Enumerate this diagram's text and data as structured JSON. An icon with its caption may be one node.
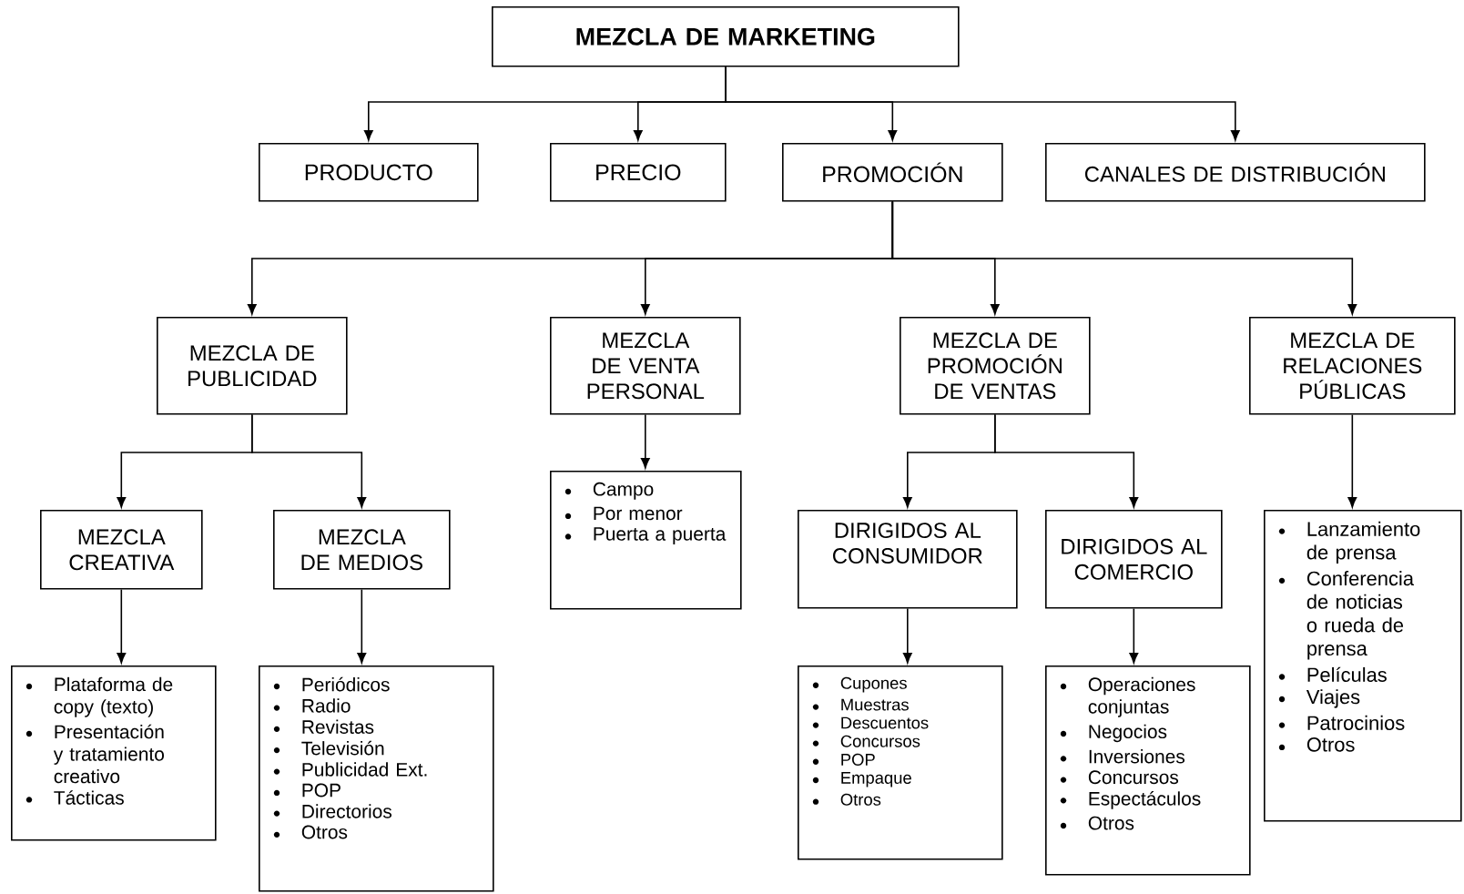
{
  "diagram": {
    "nodes": [
      {
        "text": [
          "MEZCLA DE MARKETING"
        ]
      },
      {
        "text": [
          "PRODUCTO"
        ]
      },
      {
        "text": [
          "PRECIO"
        ]
      },
      {
        "text": [
          "PROMOCIÓN"
        ]
      },
      {
        "text": [
          "CANALES DE DISTRIBUCIÓN"
        ]
      },
      {
        "text": [
          "MEZCLA DE PUBLICIDAD"
        ]
      },
      {
        "text": [
          "MEZCLA DE VENTA PERSONAL"
        ]
      },
      {
        "text": [
          "MEZCLA DE PROMOCIÓN DE VENTAS"
        ]
      },
      {
        "text": [
          "MEZCLA DE RELACIONES PÚBLICAS"
        ]
      },
      {
        "text": [
          "MEZCLA CREATIVA"
        ]
      },
      {
        "text": [
          "MEZCLA DE MEDIOS"
        ]
      },
      {
        "text": [
          "Campo",
          "Por menor",
          "Puerta a puerta"
        ]
      },
      {
        "text": [
          "DIRIGIDOS AL CONSUMIDOR"
        ]
      },
      {
        "text": [
          "DIRIGIDOS AL COMERCIO"
        ]
      },
      {
        "text": [
          "Lanzamiento de prensa",
          "Conferencia de noticias o rueda de prensa",
          "Películas",
          "Viajes",
          "Patrocinios",
          "Otros"
        ]
      },
      {
        "text": [
          "Plataforma de copy (texto)",
          "Presentación y tratamiento creativo",
          "Tácticas"
        ]
      },
      {
        "text": [
          "Periódicos",
          "Radio",
          "Revistas",
          "Televisión",
          "Publicidad Ext.",
          "POP",
          "Directorios",
          "Otros"
        ]
      },
      {
        "text": [
          "Cupones",
          "Muestras",
          "Descuentos",
          "Concursos",
          "POP",
          "Empaque",
          "Otros"
        ]
      },
      {
        "text": [
          "Operaciones conjuntas",
          "Negocios",
          "Inversiones",
          "Concursos",
          "Espectáculos",
          "Otros"
        ]
      }
    ],
    "edges": [
      {
        "from": 0,
        "to": 1,
        "arrow": "to"
      },
      {
        "from": 0,
        "to": 2,
        "arrow": "to"
      },
      {
        "from": 0,
        "to": 3,
        "arrow": "to"
      },
      {
        "from": 0,
        "to": 4,
        "arrow": "to"
      },
      {
        "from": 3,
        "to": 5,
        "arrow": "to"
      },
      {
        "from": 3,
        "to": 6,
        "arrow": "to"
      },
      {
        "from": 3,
        "to": 7,
        "arrow": "to"
      },
      {
        "from": 3,
        "to": 8,
        "arrow": "to"
      },
      {
        "from": 5,
        "to": 9,
        "arrow": "to"
      },
      {
        "from": 5,
        "to": 10,
        "arrow": "to"
      },
      {
        "from": 6,
        "to": 11,
        "arrow": "to"
      },
      {
        "from": 7,
        "to": 12,
        "arrow": "to"
      },
      {
        "from": 7,
        "to": 13,
        "arrow": "to"
      },
      {
        "from": 8,
        "to": 14,
        "arrow": "to"
      },
      {
        "from": 9,
        "to": 15,
        "arrow": "to"
      },
      {
        "from": 10,
        "to": 16,
        "arrow": "to"
      },
      {
        "from": 12,
        "to": 17,
        "arrow": "to"
      },
      {
        "from": 13,
        "to": 18,
        "arrow": "to"
      }
    ]
  }
}
